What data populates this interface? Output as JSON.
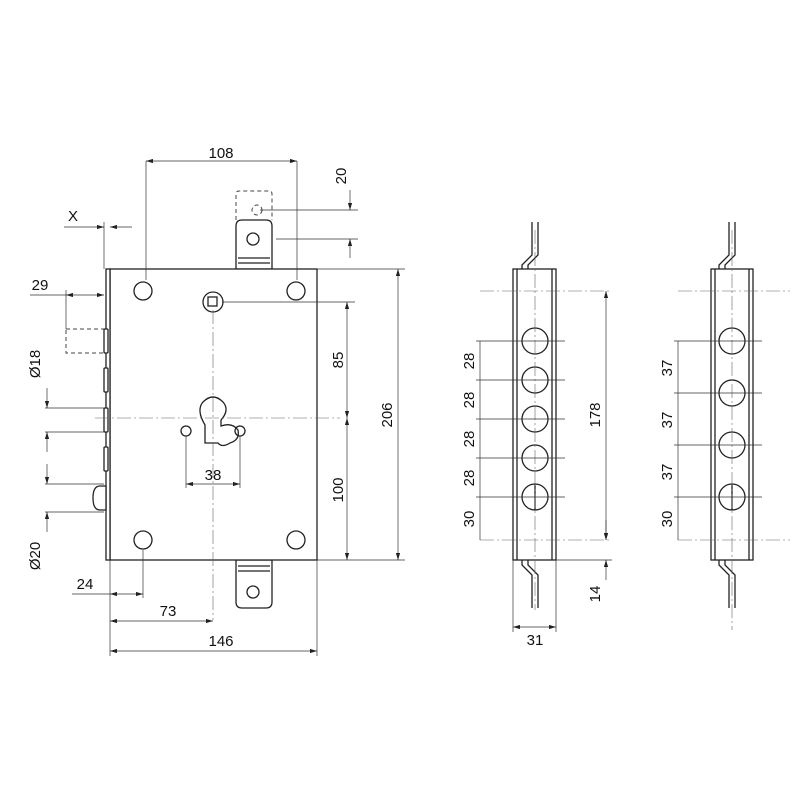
{
  "dimensions": {
    "d108": "108",
    "d20": "20",
    "x": "X",
    "d29": "29",
    "d18": "Ø18",
    "d85": "85",
    "d206": "206",
    "d100": "100",
    "d38": "38",
    "d20dia": "Ø20",
    "d24": "24",
    "d73": "73",
    "d146": "146"
  },
  "strip_5": {
    "spacing": [
      "28",
      "28",
      "28",
      "28"
    ],
    "bottom": "30",
    "height": "178",
    "offset": "14",
    "width": "31"
  },
  "strip_4": {
    "spacing": [
      "37",
      "37",
      "37"
    ],
    "bottom": "30"
  }
}
